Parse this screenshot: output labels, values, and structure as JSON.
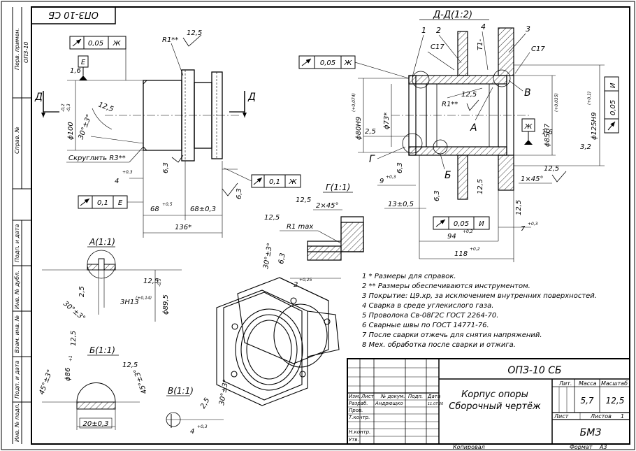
{
  "doc_code": "ОПЗ-10 СБ",
  "side_labels": [
    "Перв. примен.",
    "ОПЗ-10",
    "Справ. №",
    "Подп. и дата",
    "Инв. № дубл.",
    "Взам. инв. №",
    "Подп. и дата",
    "Инв. № подл."
  ],
  "left_view": {
    "tol_top": [
      "0,05",
      "Ж"
    ],
    "datum_E": "Е",
    "rough_16": "1,6",
    "rough_125_a": "12,5",
    "rough_125_b": "12,5",
    "r1": "R1**",
    "dia100": "ϕ100",
    "dia100_tol_up": "-0,2",
    "dia100_tol_dn": "-0,3",
    "angle": "30°±3°",
    "section_mark": "Д",
    "round_note": "Скруглить R3**",
    "dim_4": "4",
    "dim_4_tol": "+0,3",
    "dim_63": "6,3",
    "dim_63b": "6,3",
    "tol_mid": [
      "0,1",
      "Ж"
    ],
    "tol_bot": [
      "0,1",
      "Е"
    ],
    "dim_68": "68",
    "dim_68_tol": "+0,5",
    "dim_68b": "68±0,3",
    "dim_136": "136*"
  },
  "section_dd": {
    "title": "Д-Д(1:2)",
    "parts": [
      "1",
      "2",
      "3",
      "4"
    ],
    "weld_c17a": "С17",
    "weld_c17b": "С17",
    "weld_t1": "Т1-",
    "tol_top": [
      "0,05",
      "Ж"
    ],
    "dia80": "ϕ80Н9",
    "dia80_tol": "(+0,074)",
    "dia73": "ϕ73*",
    "dim_25": "2,5",
    "r1": "R1**",
    "rough_125": "12,5",
    "label_A": "А",
    "label_B": "В",
    "label_Bb": "Б",
    "label_G": "Г",
    "label_Zh": "Ж",
    "dia85": "ϕ85Н7",
    "dia85_tol": "(+0,035)",
    "dia125": "ϕ125Н9",
    "dia125_tol": "(+0,1)",
    "tol_right": [
      "0,05",
      "И"
    ],
    "rough_16": "1,6",
    "rough_32": "3,2",
    "rough_125b": "12,5",
    "chamfer": "1×45°",
    "dim_9": "9",
    "dim_9_tol": "+0,3",
    "dim_63": "6,3",
    "dim_13": "13±0,5",
    "dim_63b": "6,3",
    "dim_125c": "12,5",
    "tol_bot": [
      "0,05",
      "И"
    ],
    "dim_7": "7",
    "dim_7_tol": "+0,3",
    "dim_94": "94",
    "dim_94_tol": "+0,2",
    "dim_118": "118",
    "dim_118_tol": "+0,2",
    "dim_125d": "12,5"
  },
  "detail_G": {
    "title": "Г(1:1)",
    "rough": "12,5",
    "rough2": "12,5",
    "chamfer": "2×45°",
    "r": "R1 max",
    "angle": "30°±3°",
    "r63": "6,3",
    "dim_2": "2",
    "dim_2_tol": "+0,25"
  },
  "detail_A": {
    "title": "А(1:1)",
    "rough": "12,5",
    "angle": "30°±3°",
    "dim_25": "2,5",
    "dim_3H13": "3Н13",
    "dim_3H13_tol": "(+0,14)",
    "dia": "ϕ89,5",
    "dia_tol": "-0,5"
  },
  "detail_B": {
    "title": "Б(1:1)",
    "rough": "12,5",
    "rough2": "12,5",
    "dia": "ϕ86",
    "dia_tol": "+1",
    "angle_l": "45°±3°",
    "angle_r": "45°±3°",
    "dim_20": "20±0,3"
  },
  "detail_V": {
    "title": "В(1:1)",
    "rough": "2,5",
    "angle": "30°±3°",
    "dim_4": "4",
    "dim_4_tol": "+0,3"
  },
  "notes": [
    "1 * Размеры для справок.",
    "2 ** Размеры обеспечиваются инструментом.",
    "3 Покрытие: Ц9.хр, за исключением внутренних поверхностей.",
    "4 Сварка в среде углекислого газа.",
    "5 Проволока Св-08Г2С ГОСТ 2264-70.",
    "6 Сварные швы по ГОСТ 14771-76.",
    "7 После сварки отжечь для снятия напряжений.",
    "8 Мех. обработка после сварки и отжига."
  ],
  "title_block": {
    "designation": "ОПЗ-10 СБ",
    "name_line1": "Корпус опоры",
    "name_line2": "Сборочный чертёж",
    "col_headers": [
      "Изм.",
      "Лист",
      "№ докум.",
      "Подп.",
      "Дата"
    ],
    "rows": [
      "Разраб.",
      "Пров.",
      "Т.контр.",
      "",
      "Н.контр.",
      "Утв."
    ],
    "developer": "Андрющко",
    "date": "11.07.20",
    "lit_label": "Лит.",
    "mass_label": "Масса",
    "scale_label": "Масштаб",
    "mass": "5,7",
    "scale": "12,5",
    "sheet_label": "Лист",
    "sheets_label": "Листов",
    "sheets": "1",
    "org": "БМЗ",
    "copied": "Копировал",
    "format": "Формат",
    "format_val": "А3"
  }
}
